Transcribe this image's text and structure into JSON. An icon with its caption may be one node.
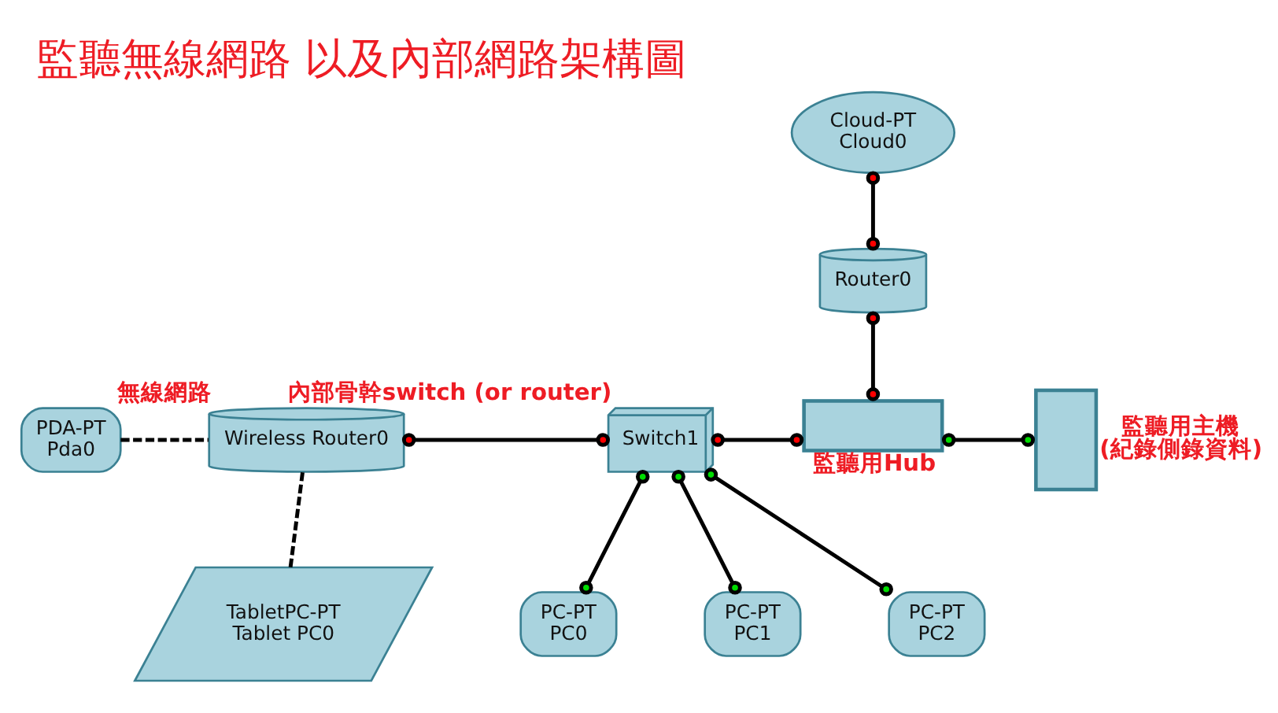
{
  "diagram": {
    "title": "監聽無線網路 以及內部網路架構圖",
    "nodes": [
      {
        "text": [
          "Cloud-PT",
          "Cloud0"
        ]
      },
      {
        "text": [
          "Router0"
        ]
      },
      {
        "text": [
          "PDA-PT",
          "Pda0"
        ]
      },
      {
        "text": [
          "Wireless Router0"
        ],
        "beside": [
          "無線網路"
        ]
      },
      {
        "text": [
          "Switch1"
        ],
        "beside": [
          "內部骨幹switch (or router)"
        ]
      },
      {
        "text": [],
        "shape": "box",
        "beside": [
          "監聽用Hub"
        ]
      },
      {
        "text": [],
        "shape": "box",
        "beside": [
          "監聽用主機",
          "(紀錄側錄資料)"
        ]
      },
      {
        "text": [
          "TabletPC-PT",
          "Tablet PC0"
        ]
      },
      {
        "text": [
          "PC-PT",
          "PC0"
        ]
      },
      {
        "text": [
          "PC-PT",
          "PC1"
        ]
      },
      {
        "text": [
          "PC-PT",
          "PC2"
        ]
      }
    ],
    "edges": [
      {
        "from": 0,
        "to": 1,
        "arrow": "other"
      },
      {
        "from": 1,
        "to": 5,
        "arrow": "other"
      },
      {
        "from": 2,
        "to": 3,
        "arrow": "none",
        "style": "dashed"
      },
      {
        "from": 3,
        "to": 4,
        "arrow": "other"
      },
      {
        "from": 4,
        "to": 5,
        "arrow": "other"
      },
      {
        "from": 5,
        "to": 6,
        "arrow": "other"
      },
      {
        "from": 3,
        "to": 7,
        "arrow": "none",
        "style": "dashed"
      },
      {
        "from": 4,
        "to": 8,
        "arrow": "other"
      },
      {
        "from": 4,
        "to": 9,
        "arrow": "other"
      },
      {
        "from": 4,
        "to": 10,
        "arrow": "other"
      }
    ]
  }
}
